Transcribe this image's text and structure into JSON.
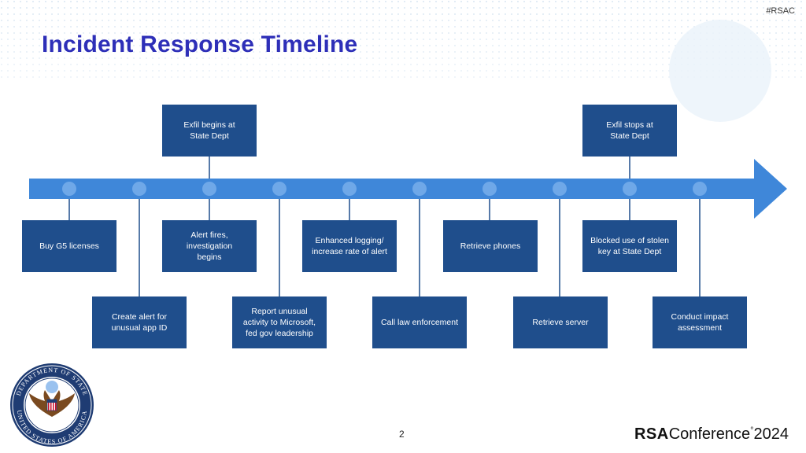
{
  "header": {
    "hashtag": "#RSAC",
    "title": "Incident Response Timeline"
  },
  "timeline": {
    "top_events": [
      {
        "label": "Exfil begins at\nState Dept"
      },
      {
        "label": "Exfil stops at\nState Dept"
      }
    ],
    "middle_events": [
      {
        "label": "Buy G5 licenses"
      },
      {
        "label": "Alert fires, investigation\nbegins"
      },
      {
        "label": "Enhanced logging/\nincrease rate of alert"
      },
      {
        "label": "Retrieve phones"
      },
      {
        "label": "Blocked use of stolen\nkey at State Dept"
      }
    ],
    "bottom_events": [
      {
        "label": "Create alert for\nunusual app ID"
      },
      {
        "label": "Report unusual\nactivity to Microsoft,\nfed gov leadership"
      },
      {
        "label": "Call law enforcement"
      },
      {
        "label": "Retrieve server"
      },
      {
        "label": "Conduct impact\nassessment"
      }
    ]
  },
  "footer": {
    "page_number": "2",
    "brand_bold": "RSA",
    "brand_rest": "Conference",
    "brand_year": "2024",
    "seal_top_text": "DEPARTMENT OF STATE",
    "seal_bottom_text": "UNITED STATES OF AMERICA"
  },
  "colors": {
    "title": "#2E2FB8",
    "arrow": "#3F87D9",
    "box": "#1F4E8C",
    "dot": "#6FA8E8"
  }
}
